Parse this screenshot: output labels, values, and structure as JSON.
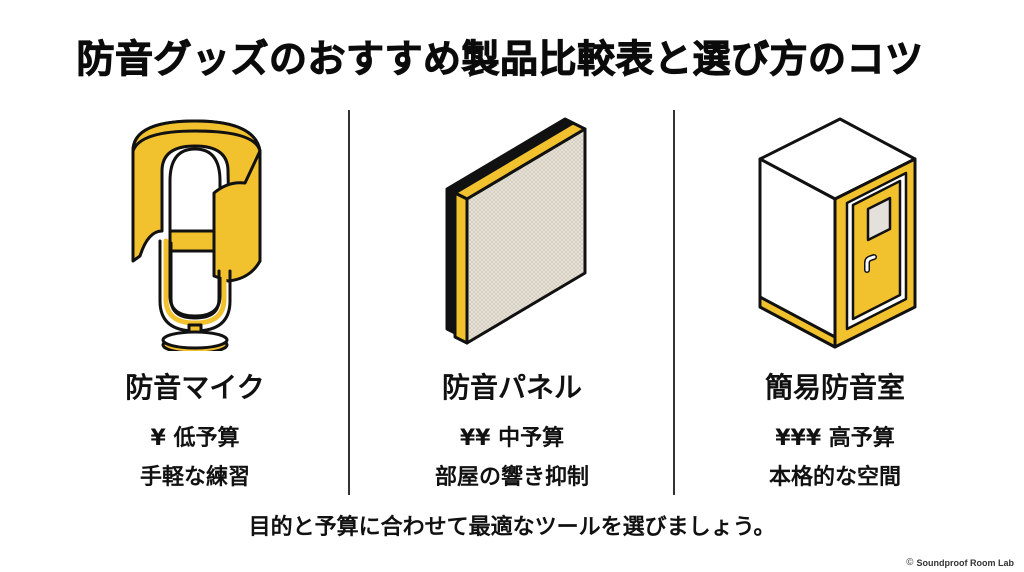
{
  "title": "防音グッズのおすすめ製品比較表と選び方のコツ",
  "colors": {
    "accent_yellow": "#F2C12E",
    "outline": "#111111",
    "panel_face": "#E6E1D6",
    "window_glass": "#E4E1DC",
    "divider": "#333333",
    "background": "#FFFFFF"
  },
  "products": [
    {
      "icon": "microphone-with-shield-icon",
      "name": "防音マイク",
      "price": "¥ 低予算",
      "description": "手軽な練習"
    },
    {
      "icon": "acoustic-panel-icon",
      "name": "防音パネル",
      "price": "¥¥ 中予算",
      "description": "部屋の響き抑制"
    },
    {
      "icon": "soundproof-booth-icon",
      "name": "簡易防音室",
      "price": "¥¥¥ 高予算",
      "description": "本格的な空間"
    }
  ],
  "footer": "目的と予算に合わせて最適なツールを選びましょう。",
  "credit": {
    "symbol": "©",
    "text": "Soundproof Room Lab"
  }
}
